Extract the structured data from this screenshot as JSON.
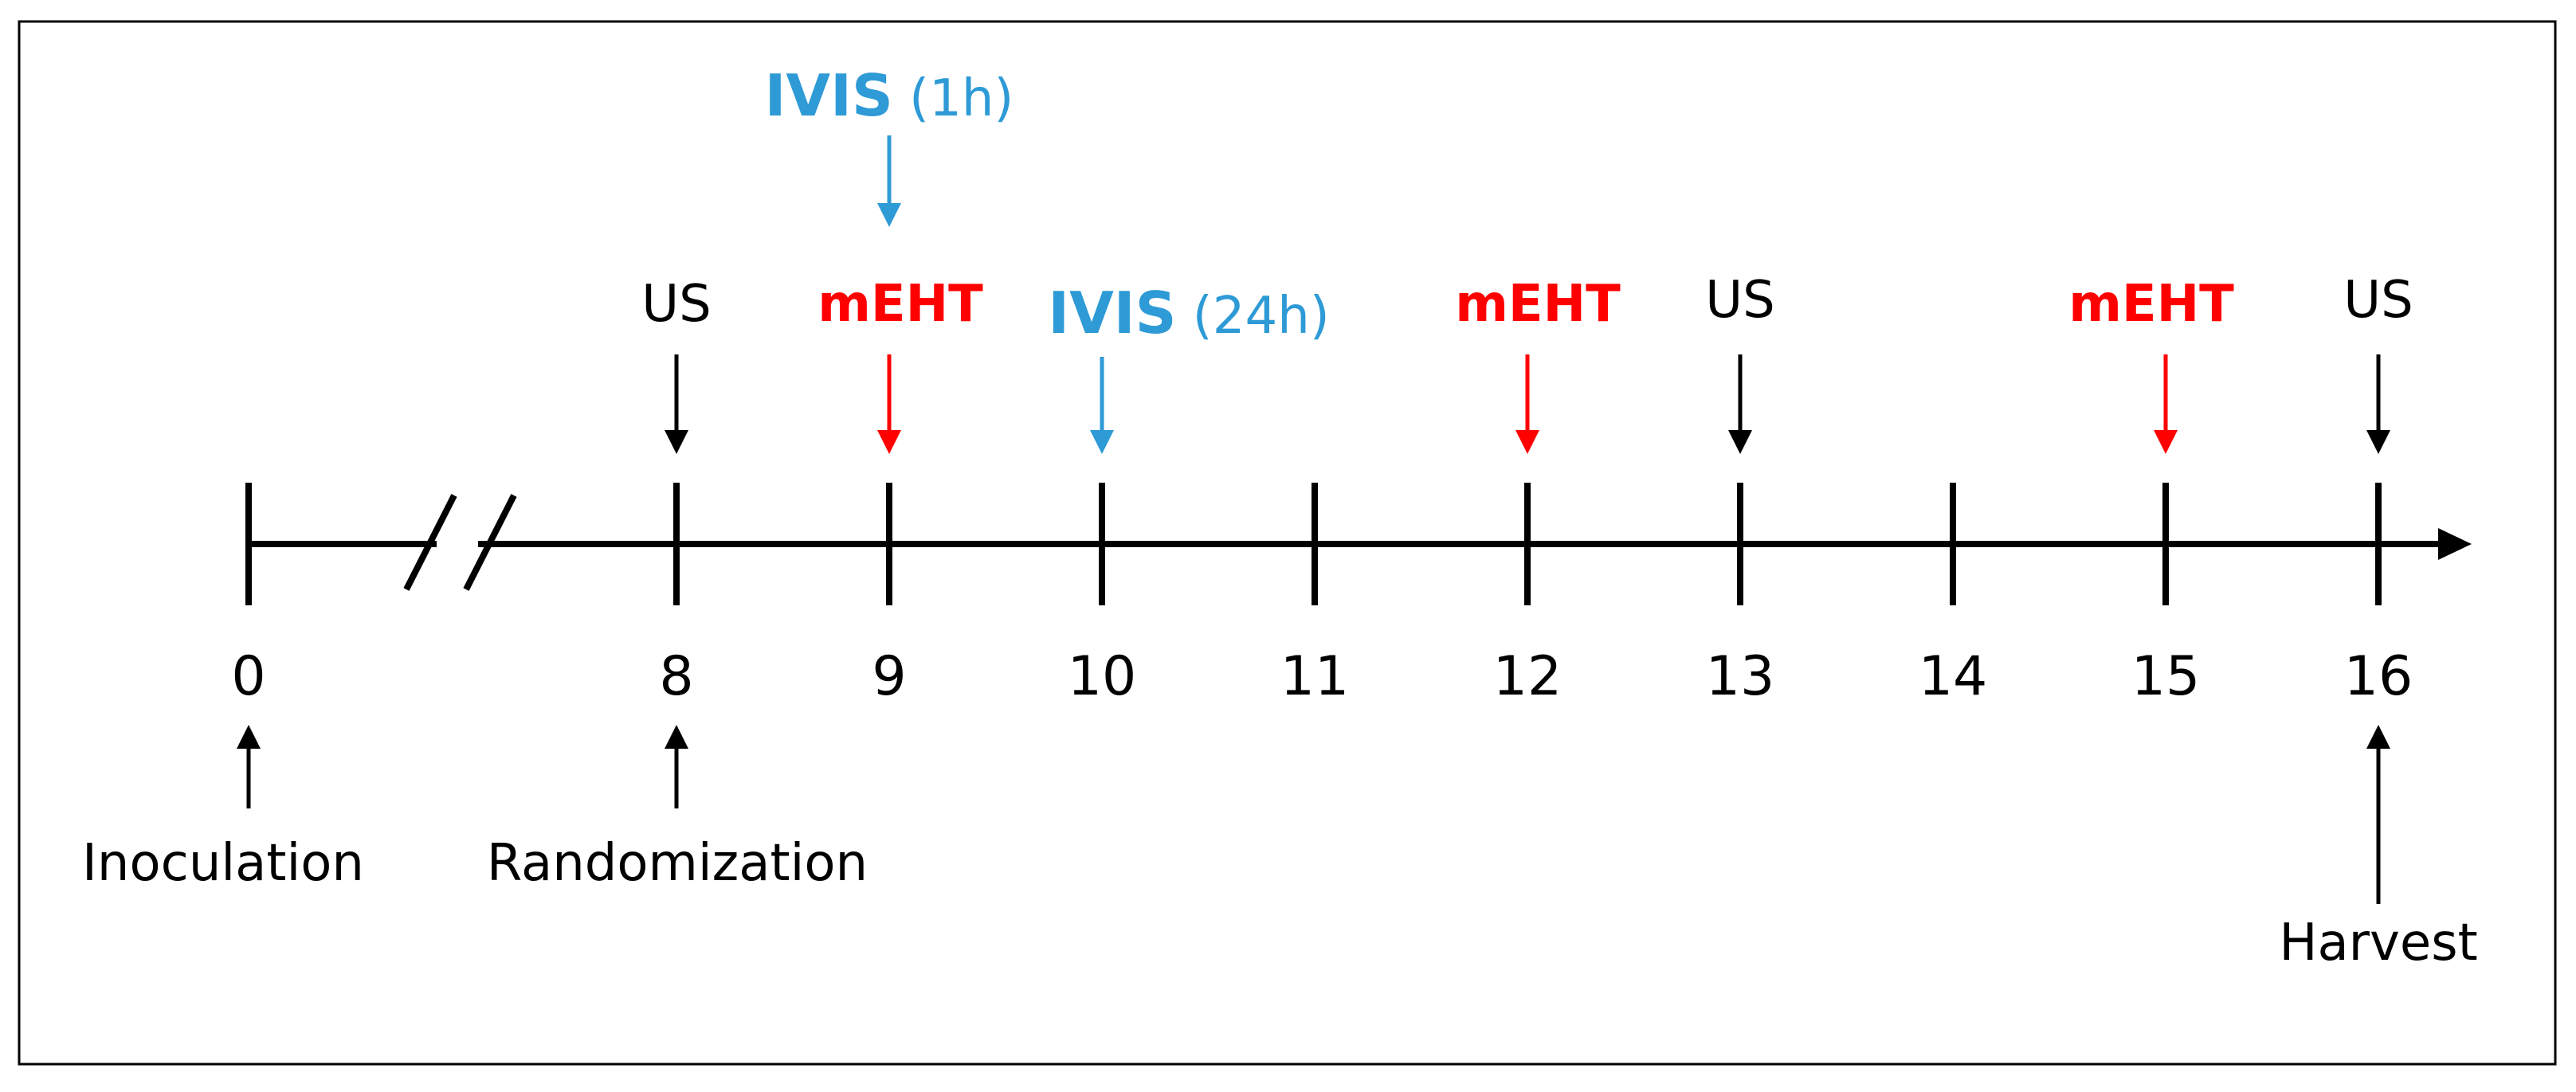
{
  "colors": {
    "black": "#000000",
    "red": "#ff0000",
    "blue": "#2e9ad6"
  },
  "axis": {
    "ticks": [
      "0",
      "8",
      "9",
      "10",
      "11",
      "12",
      "13",
      "14",
      "15",
      "16"
    ]
  },
  "events_above": {
    "ivis_1h": {
      "main": "IVIS",
      "sub": " (1h)"
    },
    "us_8": "US",
    "mEHT_9": "mEHT",
    "ivis_24h": {
      "main": "IVIS",
      "sub": " (24h)"
    },
    "mEHT_12": "mEHT",
    "us_13": "US",
    "mEHT_15": "mEHT",
    "us_16": "US"
  },
  "events_below": {
    "inoculation": "Inoculation",
    "randomization": "Randomization",
    "harvest": "Harvest"
  }
}
